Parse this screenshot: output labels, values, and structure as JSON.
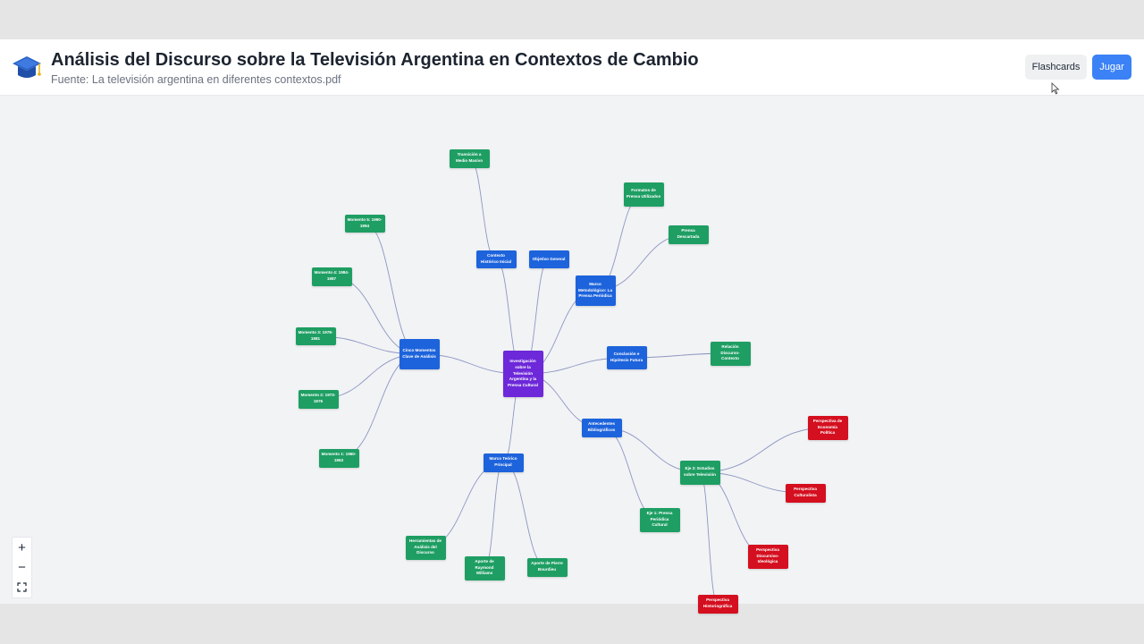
{
  "header": {
    "title": "Análisis del Discurso sobre la Televisión Argentina en Contextos de Cambio",
    "subtitle": "Fuente: La televisión argentina en diferentes contextos.pdf",
    "flashcards_label": "Flashcards",
    "play_label": "Jugar",
    "logo_icon": "graduation-cap-icon"
  },
  "zoom_controls": {
    "zoom_in": "+",
    "zoom_out": "−",
    "fit_icon": "fit-view-icon"
  },
  "colors": {
    "root": "#6d28d9",
    "level1": "#1d63dc",
    "leaf": "#1e9e63",
    "perspective": "#d40f1f",
    "edge": "#8f96c2",
    "accent_button": "#3b82f6"
  },
  "mindmap": {
    "nodes": [
      {
        "id": "root",
        "label": "Investigación sobre la Televisión Argentina y la Prensa Cultural",
        "kind": "root"
      },
      {
        "id": "contexto",
        "label": "Contexto Histórico Inicial",
        "kind": "blue"
      },
      {
        "id": "objetivo",
        "label": "Objetivo General",
        "kind": "blue"
      },
      {
        "id": "marco_met",
        "label": "Marco Metodológico: La Prensa Periódica",
        "kind": "blue"
      },
      {
        "id": "conclusion",
        "label": "Conclusión e Hipótesis Futura",
        "kind": "blue"
      },
      {
        "id": "antecedentes",
        "label": "Antecedentes Bibliográficos",
        "kind": "blue"
      },
      {
        "id": "marco_teorico",
        "label": "Marco Teórico Principal",
        "kind": "blue"
      },
      {
        "id": "cinco",
        "label": "Cinco Momentos Clave de Análisis",
        "kind": "blue"
      },
      {
        "id": "eje2",
        "label": "Eje 2: Estudios sobre Televisión",
        "kind": "green"
      },
      {
        "id": "transicion",
        "label": "Transición a Medio Masivo",
        "kind": "green"
      },
      {
        "id": "formatos",
        "label": "Formatos de Prensa Utilizados",
        "kind": "green"
      },
      {
        "id": "prensa_descartada",
        "label": "Prensa Descartada",
        "kind": "green"
      },
      {
        "id": "relacion",
        "label": "Relación Discurso-Contexto",
        "kind": "green"
      },
      {
        "id": "m5",
        "label": "Momento 5: 1990-1994",
        "kind": "green"
      },
      {
        "id": "m4",
        "label": "Momento 4: 1984-1987",
        "kind": "green"
      },
      {
        "id": "m3",
        "label": "Momento 3: 1978-1981",
        "kind": "green"
      },
      {
        "id": "m2",
        "label": "Momento 2: 1973-1976",
        "kind": "green"
      },
      {
        "id": "m1",
        "label": "Momento 1: 1960-1963",
        "kind": "green"
      },
      {
        "id": "eje1",
        "label": "Eje 1: Prensa Periódica Cultural",
        "kind": "green"
      },
      {
        "id": "herramientas",
        "label": "Herramientas de Análisis del Discurso",
        "kind": "green"
      },
      {
        "id": "williams",
        "label": "Aporte de Raymond Williams",
        "kind": "green"
      },
      {
        "id": "bourdieu",
        "label": "Aporte de Pierre Bourdieu",
        "kind": "green"
      },
      {
        "id": "p_economia",
        "label": "Perspectiva de Economía Política",
        "kind": "red"
      },
      {
        "id": "p_cultural",
        "label": "Perspectiva Culturalista",
        "kind": "red"
      },
      {
        "id": "p_discursivo",
        "label": "Perspectiva Discursivo-Ideológica",
        "kind": "red"
      },
      {
        "id": "p_historio",
        "label": "Perspectiva Historiográfica",
        "kind": "red"
      }
    ],
    "edges": [
      [
        "root",
        "contexto"
      ],
      [
        "root",
        "objetivo"
      ],
      [
        "root",
        "marco_met"
      ],
      [
        "root",
        "conclusion"
      ],
      [
        "root",
        "antecedentes"
      ],
      [
        "root",
        "marco_teorico"
      ],
      [
        "root",
        "cinco"
      ],
      [
        "contexto",
        "transicion"
      ],
      [
        "marco_met",
        "formatos"
      ],
      [
        "marco_met",
        "prensa_descartada"
      ],
      [
        "conclusion",
        "relacion"
      ],
      [
        "cinco",
        "m5"
      ],
      [
        "cinco",
        "m4"
      ],
      [
        "cinco",
        "m3"
      ],
      [
        "cinco",
        "m2"
      ],
      [
        "cinco",
        "m1"
      ],
      [
        "antecedentes",
        "eje2"
      ],
      [
        "antecedentes",
        "eje1"
      ],
      [
        "eje2",
        "p_economia"
      ],
      [
        "eje2",
        "p_cultural"
      ],
      [
        "eje2",
        "p_discursivo"
      ],
      [
        "eje2",
        "p_historio"
      ],
      [
        "marco_teorico",
        "herramientas"
      ],
      [
        "marco_teorico",
        "williams"
      ],
      [
        "marco_teorico",
        "bourdieu"
      ]
    ]
  }
}
